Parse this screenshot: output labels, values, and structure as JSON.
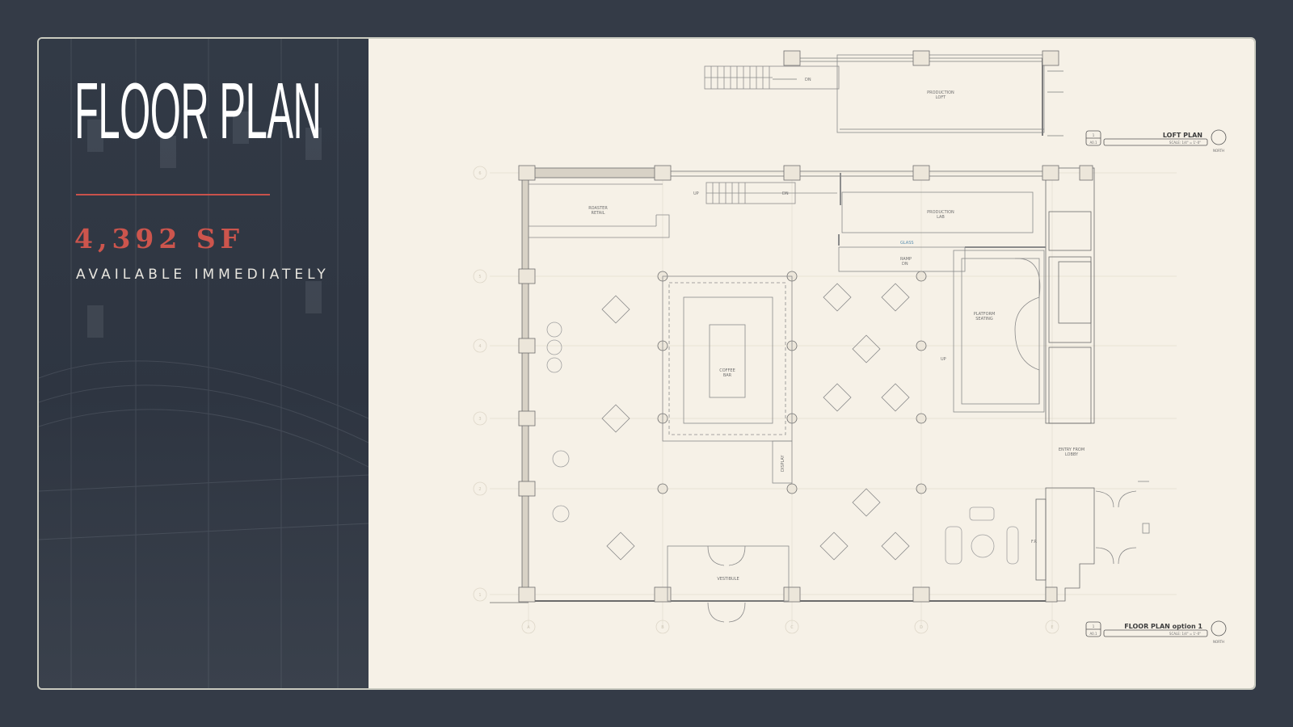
{
  "slide": {
    "title": "FLOOR PLAN",
    "square_feet": "4,392 SF",
    "availability": "AVAILABLE IMMEDIATELY",
    "accent_color": "#cd554d"
  },
  "plan": {
    "loft": {
      "title": "LOFT PLAN",
      "scale": "SCALE: 1/4\" = 1'-0\"",
      "north": "NORTH",
      "sheet_num": "1",
      "sheet_ref": "A0.1",
      "room": [
        "PRODUCTION",
        "LOFT"
      ],
      "stair": "DN"
    },
    "main": {
      "title": "FLOOR PLAN option 1",
      "scale": "SCALE: 1/4\" = 1'-0\"",
      "north": "NORTH",
      "sheet_num": "1",
      "sheet_ref": "A0.1"
    },
    "rooms": {
      "roaster_1": "ROASTER",
      "roaster_2": "RETAIL",
      "lab_1": "PRODUCTION",
      "lab_2": "LAB",
      "platform_1": "PLATFORM",
      "platform_2": "SEATING",
      "coffee_1": "COFFEE",
      "coffee_2": "BAR",
      "vestibule": "VESTIBULE",
      "entry_1": "ENTRY FROM",
      "entry_2": "LOBBY",
      "display": "DISPLAY",
      "fp": "F.P.",
      "glass": "GLASS",
      "ramp_1": "RAMP",
      "ramp_2": "DN",
      "up_1": "UP",
      "dn_1": "DN",
      "up_2": "UP"
    },
    "grid_letters": [
      "A",
      "B",
      "C",
      "D",
      "E"
    ],
    "grid_numbers": [
      "1",
      "2",
      "3",
      "4",
      "5",
      "6"
    ]
  }
}
